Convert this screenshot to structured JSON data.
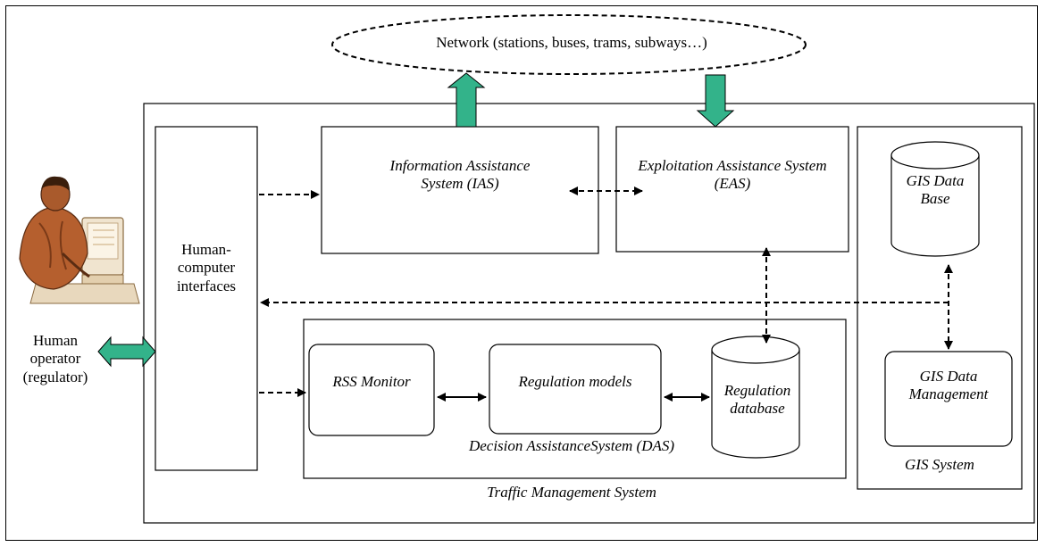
{
  "network": {
    "label": "Network (stations, buses, trams, subways…)"
  },
  "human_operator": {
    "label": "Human operator (regulator)"
  },
  "hci": {
    "label": "Human-computer interfaces"
  },
  "ias": {
    "label": "Information Assistance System (IAS)"
  },
  "eas": {
    "label": "Exploitation Assistance System (EAS)"
  },
  "das": {
    "label": "Decision AssistanceSystem (DAS)",
    "rss_monitor": "RSS Monitor",
    "regulation_models": "Regulation models",
    "regulation_database": "Regulation database"
  },
  "gis": {
    "system_label": "GIS System",
    "data_base": "GIS Data Base",
    "data_management": "GIS Data Management"
  },
  "tms": {
    "label": "Traffic Management System"
  },
  "colors": {
    "arrow_fill": "#33b38a",
    "arrow_stroke": "#000000",
    "line": "#000000",
    "background": "#ffffff"
  },
  "icons": {
    "operator": "person-at-computer-icon"
  }
}
